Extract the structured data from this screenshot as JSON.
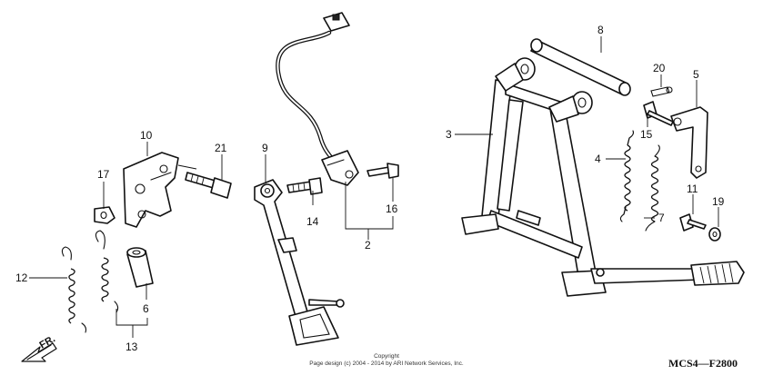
{
  "callouts": {
    "c1": "2",
    "c2": "3",
    "c3": "4",
    "c4": "5",
    "c5": "6",
    "c6": "7",
    "c7": "8",
    "c8": "9",
    "c9": "10",
    "c10": "11",
    "c11": "12",
    "c12": "13",
    "c13": "14",
    "c14": "15",
    "c15": "16",
    "c16": "17",
    "c17": "19",
    "c18": "20",
    "c19": "21"
  },
  "direction": "FR.",
  "copyright": {
    "line1": "Copyright",
    "line2": "Page design (c) 2004 - 2014 by ARI Network Services, Inc."
  },
  "diagram_code": "MCS4—F2800"
}
